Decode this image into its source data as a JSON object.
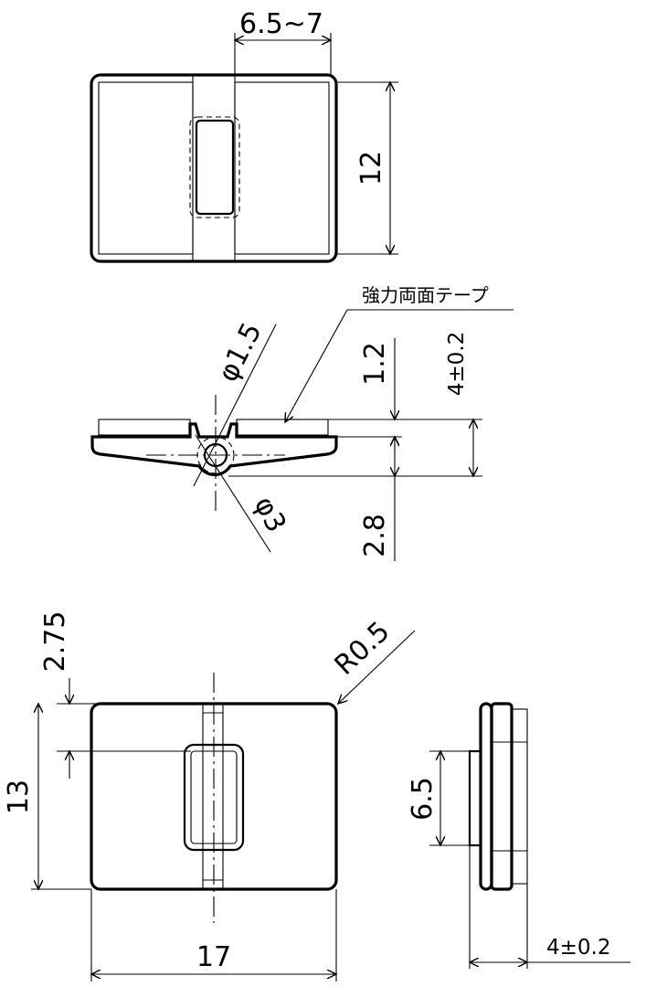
{
  "drawing": {
    "top_view": {
      "width_dim": "6.5~7",
      "height_dim": "12"
    },
    "section_view": {
      "tape_label": "強力両面テープ",
      "hole_dim": "φ1.5",
      "outer_dim": "φ3",
      "tape_thickness": "1.2",
      "total_height": "4±0.2",
      "base_height": "2.8"
    },
    "front_view": {
      "radius": "R0.5",
      "offset": "2.75",
      "height": "13",
      "width": "17"
    },
    "side_view": {
      "slot": "6.5",
      "depth": "4±0.2"
    }
  }
}
